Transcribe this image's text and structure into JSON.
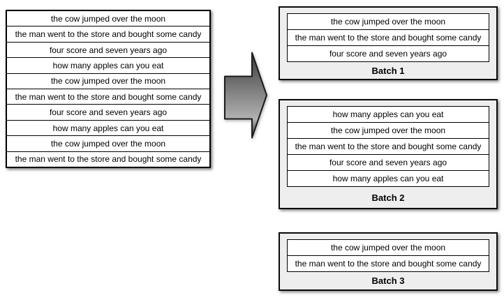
{
  "diagram": {
    "source_table": {
      "rows": [
        "the cow jumped over the moon",
        "the man went to the store and bought some candy",
        "four score and seven years ago",
        "how many apples can you eat",
        "the cow jumped over the moon",
        "the man went to the store and bought some candy",
        "four score and seven years ago",
        "how many apples can you eat",
        "the cow jumped over the moon",
        "the man went to the store and bought some candy"
      ]
    },
    "arrow": {
      "direction": "right"
    },
    "batches": [
      {
        "label": "Batch 1",
        "rows": [
          "the cow jumped over the moon",
          "the man went to the store and bought some candy",
          "four score and seven years ago"
        ]
      },
      {
        "label": "Batch 2",
        "rows": [
          "how many apples can you eat",
          "the cow jumped over the moon",
          "the man went to the store and bought some candy",
          "four score and seven years ago",
          "how many apples can you eat"
        ]
      },
      {
        "label": "Batch 3",
        "rows": [
          "the cow jumped over the moon",
          "the man went to the store and bought some candy"
        ]
      }
    ],
    "colors": {
      "background": "#ffffff",
      "box_fill": "#eeeeee",
      "row_fill": "#ffffff",
      "border": "#000000",
      "arrow_top": "#3a3a3a",
      "arrow_mid": "#8f8f8f",
      "arrow_light": "#b2b2b2",
      "arrow_tip": "#2e2e2e"
    }
  }
}
